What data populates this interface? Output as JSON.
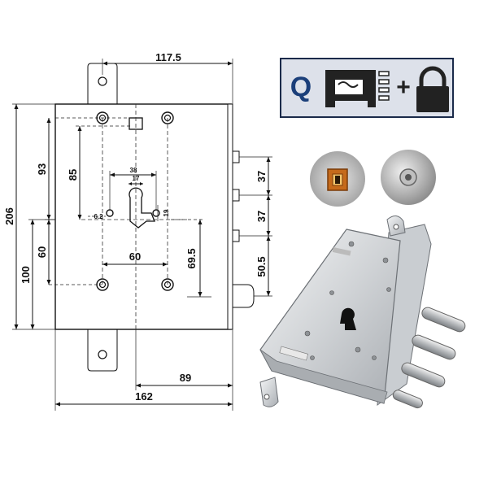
{
  "dimensions": {
    "top_width": "117.5",
    "bottom_width": "162",
    "backset_right": "89",
    "height_total": "206",
    "height_upper": "93",
    "height_85": "85",
    "height_60_left": "60",
    "height_100": "100",
    "keyhole_width_38": "38",
    "keyhole_width_17": "17",
    "keyhole_6_2": "6.2",
    "keyhole_19": "19",
    "spacing_60": "60",
    "dim_69_5": "69.5",
    "bolt_spacing_upper": "37",
    "bolt_spacing_lower": "37",
    "dim_50_5": "50.5"
  },
  "badge": {
    "letter": "Q",
    "operator": "+",
    "icons": [
      "lock-mechanism-icon",
      "padlock-icon"
    ],
    "colors": {
      "frame": "#1a2a4a",
      "fill": "#d9dde6",
      "letter": "#1b3f7a",
      "dark": "#222222"
    }
  },
  "photos": {
    "left": "cylinder-housing-closeup",
    "right": "bolt-end-closeup",
    "main": "mortise-lock-photo"
  }
}
